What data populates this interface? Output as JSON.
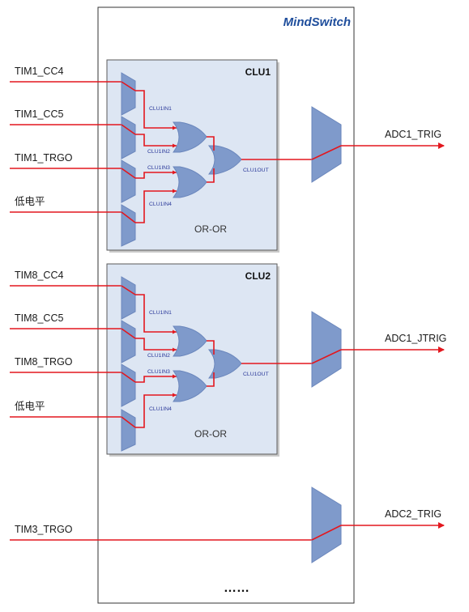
{
  "brand": "MindSwitch",
  "clu_blocks": [
    {
      "title": "CLU1",
      "mode": "OR-OR",
      "inputs": [
        "TIM1_CC4",
        "TIM1_CC5",
        "TIM1_TRGO",
        "低电平"
      ],
      "internal_labels": [
        "CLU1IN1",
        "CLU1IN2",
        "CLU1IN3",
        "CLU1IN4"
      ],
      "output_label": "CLU1OUT",
      "output_signal": "ADC1_TRIG"
    },
    {
      "title": "CLU2",
      "mode": "OR-OR",
      "inputs": [
        "TIM8_CC4",
        "TIM8_CC5",
        "TIM8_TRGO",
        "低电平"
      ],
      "internal_labels": [
        "CLU1IN1",
        "CLU1IN2",
        "CLU1IN3",
        "CLU1IN4"
      ],
      "output_label": "CLU1OUT",
      "output_signal": "ADC1_JTRIG"
    }
  ],
  "direct": {
    "input": "TIM3_TRGO",
    "output_signal": "ADC2_TRIG"
  },
  "ellipsis": "……",
  "colors": {
    "wire": "#e3171e",
    "block_fill": "#dde6f3",
    "mux_fill": "#7f9acb",
    "brand": "#1f4e9c"
  }
}
